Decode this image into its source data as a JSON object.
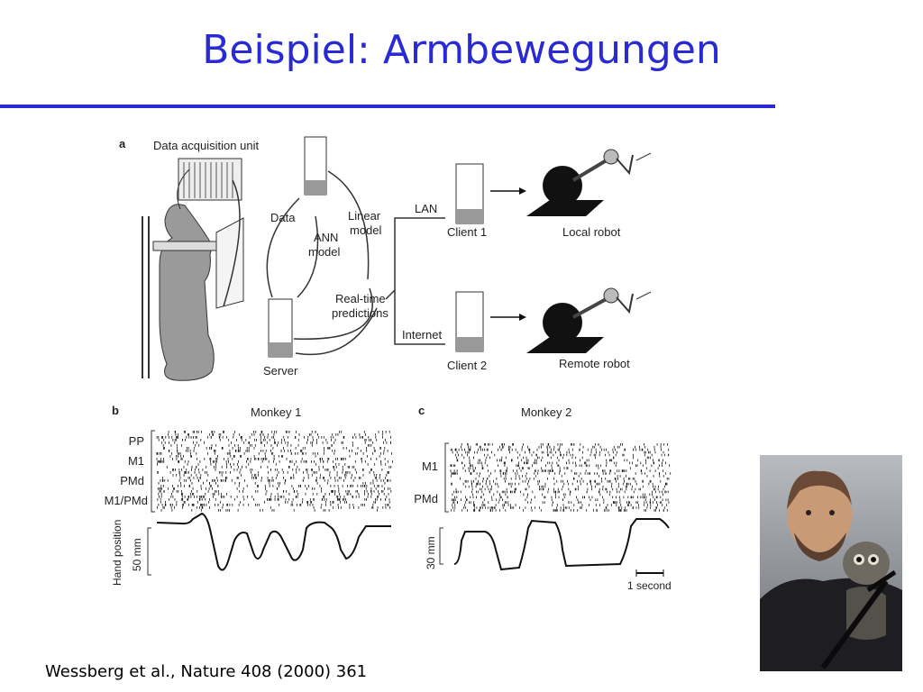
{
  "slide": {
    "title": "Beispiel: Armbewegungen",
    "citation": "Wessberg et al., Nature 408 (2000) 361",
    "accent_color": "#2a2ad4"
  },
  "figure": {
    "panel_a": {
      "label": "a",
      "data_acquisition_unit": "Data acquisition unit",
      "data": "Data",
      "linear_model": [
        "Linear",
        "model"
      ],
      "ann_model": [
        "ANN",
        "model"
      ],
      "real_time_predictions": [
        "Real-time",
        "predictions"
      ],
      "server": "Server",
      "lan": "LAN",
      "internet": "Internet",
      "client1": "Client 1",
      "client2": "Client 2",
      "local_robot": "Local robot",
      "remote_robot": "Remote robot"
    },
    "panel_b": {
      "label": "b",
      "title": "Monkey 1",
      "rows": [
        "PP",
        "M1",
        "PMd",
        "M1/PMd"
      ],
      "ylabel": "Hand position",
      "scale": "50 mm"
    },
    "panel_c": {
      "label": "c",
      "title": "Monkey 2",
      "rows": [
        "M1",
        "PMd"
      ],
      "scale": "30 mm",
      "time_scale": "1 second"
    }
  },
  "photo": {
    "subject": "researcher-with-monkey"
  }
}
